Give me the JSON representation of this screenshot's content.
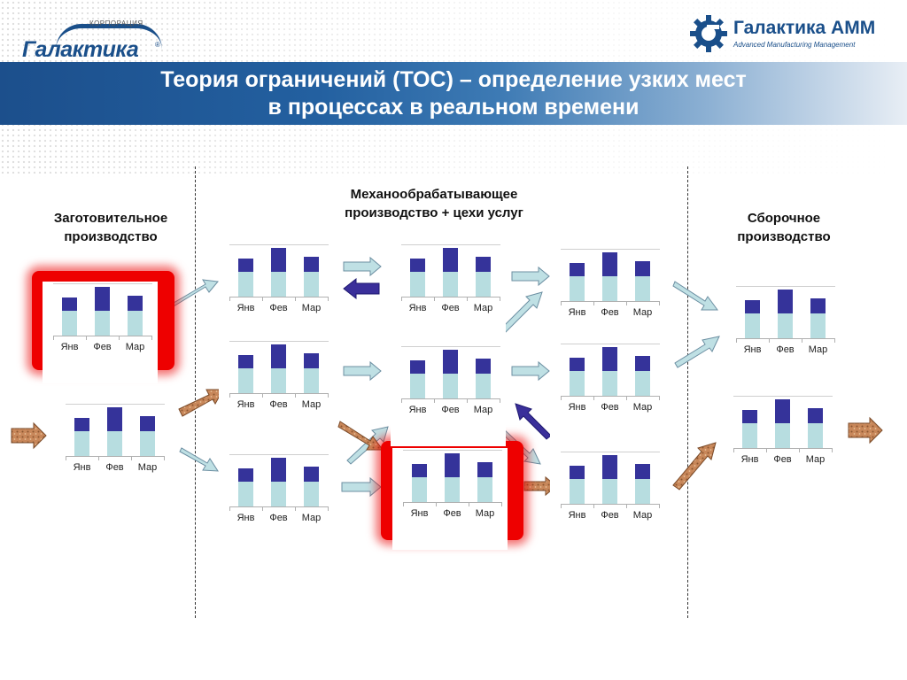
{
  "header": {
    "logo_left_corp": "КОРПОРАЦИЯ",
    "logo_left_name": "Галактика",
    "logo_left_reg": "®",
    "logo_right_name": "Галактика АММ",
    "logo_right_sub": "Advanced Manufacturing Management",
    "title_line1": "Теория ограничений (ТОС) – определение узких мест",
    "title_line2": "в процессах в реальном времени"
  },
  "sections": {
    "blank": "Заготовительное производство",
    "machining": "Механообрабатывающее производство + цехи услуг",
    "assembly": "Сборочное производство"
  },
  "chart_template": {
    "categories": [
      "Янв",
      "Фев",
      "Мар"
    ],
    "bottom_values": [
      48,
      48,
      48
    ],
    "top_values": [
      26,
      46,
      30
    ],
    "ylim": [
      0,
      100
    ]
  },
  "chart_data": [
    {
      "type": "bar",
      "id": "blank-1",
      "bottleneck": true,
      "categories": [
        "Янв",
        "Фев",
        "Мар"
      ],
      "series": [
        {
          "values": [
            48,
            48,
            48
          ]
        },
        {
          "values": [
            26,
            46,
            30
          ]
        }
      ],
      "ylim": [
        0,
        100
      ]
    },
    {
      "type": "bar",
      "id": "blank-2",
      "bottleneck": false,
      "categories": [
        "Янв",
        "Фев",
        "Мар"
      ],
      "series": [
        {
          "values": [
            48,
            48,
            48
          ]
        },
        {
          "values": [
            26,
            46,
            30
          ]
        }
      ],
      "ylim": [
        0,
        100
      ]
    },
    {
      "type": "bar",
      "id": "mach-1-1",
      "bottleneck": false,
      "categories": [
        "Янв",
        "Фев",
        "Мар"
      ],
      "series": [
        {
          "values": [
            48,
            48,
            48
          ]
        },
        {
          "values": [
            26,
            46,
            30
          ]
        }
      ],
      "ylim": [
        0,
        100
      ]
    },
    {
      "type": "bar",
      "id": "mach-1-2",
      "bottleneck": false,
      "categories": [
        "Янв",
        "Фев",
        "Мар"
      ],
      "series": [
        {
          "values": [
            48,
            48,
            48
          ]
        },
        {
          "values": [
            26,
            46,
            30
          ]
        }
      ],
      "ylim": [
        0,
        100
      ]
    },
    {
      "type": "bar",
      "id": "mach-1-3",
      "bottleneck": false,
      "categories": [
        "Янв",
        "Фев",
        "Мар"
      ],
      "series": [
        {
          "values": [
            48,
            48,
            48
          ]
        },
        {
          "values": [
            26,
            46,
            30
          ]
        }
      ],
      "ylim": [
        0,
        100
      ]
    },
    {
      "type": "bar",
      "id": "mach-2-1",
      "bottleneck": false,
      "categories": [
        "Янв",
        "Фев",
        "Мар"
      ],
      "series": [
        {
          "values": [
            48,
            48,
            48
          ]
        },
        {
          "values": [
            26,
            46,
            30
          ]
        }
      ],
      "ylim": [
        0,
        100
      ]
    },
    {
      "type": "bar",
      "id": "mach-2-2",
      "bottleneck": false,
      "categories": [
        "Янв",
        "Фев",
        "Мар"
      ],
      "series": [
        {
          "values": [
            48,
            48,
            48
          ]
        },
        {
          "values": [
            26,
            46,
            30
          ]
        }
      ],
      "ylim": [
        0,
        100
      ]
    },
    {
      "type": "bar",
      "id": "mach-2-3",
      "bottleneck": true,
      "categories": [
        "Янв",
        "Фев",
        "Мар"
      ],
      "series": [
        {
          "values": [
            48,
            48,
            48
          ]
        },
        {
          "values": [
            26,
            46,
            30
          ]
        }
      ],
      "ylim": [
        0,
        100
      ]
    },
    {
      "type": "bar",
      "id": "mach-3-1",
      "bottleneck": false,
      "categories": [
        "Янв",
        "Фев",
        "Мар"
      ],
      "series": [
        {
          "values": [
            48,
            48,
            48
          ]
        },
        {
          "values": [
            26,
            46,
            30
          ]
        }
      ],
      "ylim": [
        0,
        100
      ]
    },
    {
      "type": "bar",
      "id": "mach-3-2",
      "bottleneck": false,
      "categories": [
        "Янв",
        "Фев",
        "Мар"
      ],
      "series": [
        {
          "values": [
            48,
            48,
            48
          ]
        },
        {
          "values": [
            26,
            46,
            30
          ]
        }
      ],
      "ylim": [
        0,
        100
      ]
    },
    {
      "type": "bar",
      "id": "mach-3-3",
      "bottleneck": false,
      "categories": [
        "Янв",
        "Фев",
        "Мар"
      ],
      "series": [
        {
          "values": [
            48,
            48,
            48
          ]
        },
        {
          "values": [
            26,
            46,
            30
          ]
        }
      ],
      "ylim": [
        0,
        100
      ]
    },
    {
      "type": "bar",
      "id": "assembly-1",
      "bottleneck": false,
      "categories": [
        "Янв",
        "Фев",
        "Мар"
      ],
      "series": [
        {
          "values": [
            48,
            48,
            48
          ]
        },
        {
          "values": [
            26,
            46,
            30
          ]
        }
      ],
      "ylim": [
        0,
        100
      ]
    },
    {
      "type": "bar",
      "id": "assembly-2",
      "bottleneck": false,
      "categories": [
        "Янв",
        "Фев",
        "Мар"
      ],
      "series": [
        {
          "values": [
            48,
            48,
            48
          ]
        },
        {
          "values": [
            26,
            46,
            30
          ]
        }
      ],
      "ylim": [
        0,
        100
      ]
    }
  ],
  "colors": {
    "bar_bottom": "#b7dde0",
    "bar_top": "#35339a",
    "bottleneck": "#ee0000",
    "arrow_flow": "#bfe0e4",
    "arrow_material": "#c8875a",
    "arrow_back": "#3a2f9a",
    "brand": "#1a4f8a"
  }
}
